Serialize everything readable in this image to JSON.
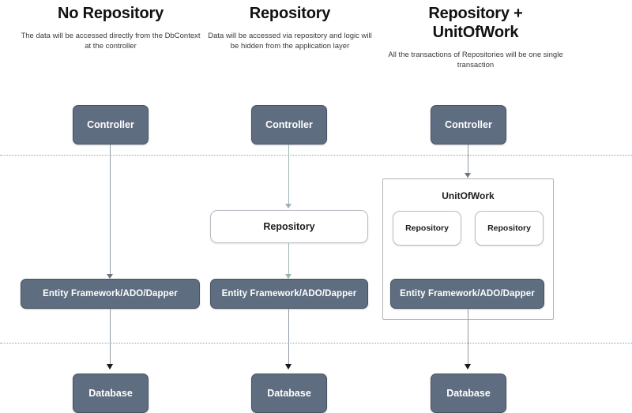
{
  "diagram": {
    "title_columns": [
      {
        "id": "no-repository",
        "title": "No Repository",
        "subtitle": "The data will be accessed directly from the DbContext at the controller"
      },
      {
        "id": "repository",
        "title": "Repository",
        "subtitle": "Data will be accessed via repository and logic will be hidden from the application layer"
      },
      {
        "id": "repository-unitofwork",
        "title": "Repository + UnitOfWork",
        "subtitle": "All the transactions of Repositories will be one single transaction"
      }
    ],
    "labels": {
      "controller": "Controller",
      "repository": "Repository",
      "unit_of_work": "UnitOfWork",
      "entity_framework": "Entity Framework/ADO/Dapper",
      "database": "Database"
    },
    "colors": {
      "filled_box": "#5e6d80",
      "filled_box_border": "#46525f",
      "filled_box_text": "#ffffff",
      "outline_box_border": "#b7bcc2",
      "outline_box_text": "#1d1d1d",
      "connector": "#8f9aa3",
      "connector_teal": "#9bb3b5",
      "divider": "#9aa0a6",
      "background": "#ffffff"
    }
  }
}
